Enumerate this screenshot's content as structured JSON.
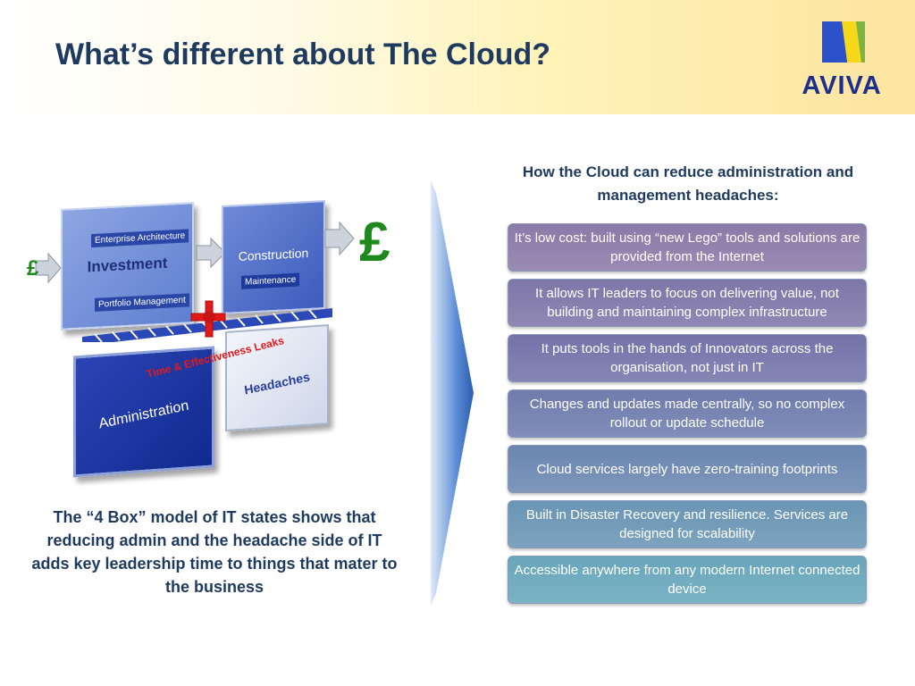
{
  "slide": {
    "title": "What’s different about The Cloud?",
    "logo_text": "AVIVA"
  },
  "diagram": {
    "investment_tag_top": "Enterprise Architecture",
    "investment_label": "Investment",
    "investment_tag_bottom": "Portfolio Management",
    "construction_label": "Construction",
    "maintenance_tag": "Maintenance",
    "administration_label": "Administration",
    "headaches_label": "Headaches",
    "leaks_label": "Time & Effectiveness Leaks",
    "pound_small": "£",
    "pound_large": "£"
  },
  "caption": "The “4 Box” model of IT states shows that reducing admin and the headache side of IT adds key leadership time to things that mater to the business",
  "right_heading": "How the Cloud can reduce administration and management headaches:",
  "items": [
    {
      "text": "It’s low cost: built using “new Lego” tools and solutions are provided from the Internet",
      "color": "#8a7aa8"
    },
    {
      "text": "It allows IT leaders to focus on delivering value, not building and maintaining complex infrastructure",
      "color": "#7e76a8"
    },
    {
      "text": "It puts tools in the hands of Innovators across the organisation, not just in IT",
      "color": "#7373aa"
    },
    {
      "text": "Changes and updates made centrally, so no complex rollout or update schedule",
      "color": "#6f7cad"
    },
    {
      "text": "Cloud services largely have zero-training footprints",
      "color": "#6a86b0"
    },
    {
      "text": "Built in Disaster Recovery and resilience. Services are designed for scalability",
      "color": "#6995b4"
    },
    {
      "text": "Accessible anywhere from any modern Internet connected device",
      "color": "#68a6bb"
    }
  ],
  "colors": {
    "title": "#1f3a5f",
    "logo_blue": "#1b2f8c",
    "logo_yellow": "#f6d71a",
    "logo_green": "#7cb342",
    "pound_green": "#1e8a1e",
    "leak_red": "#e31919"
  }
}
